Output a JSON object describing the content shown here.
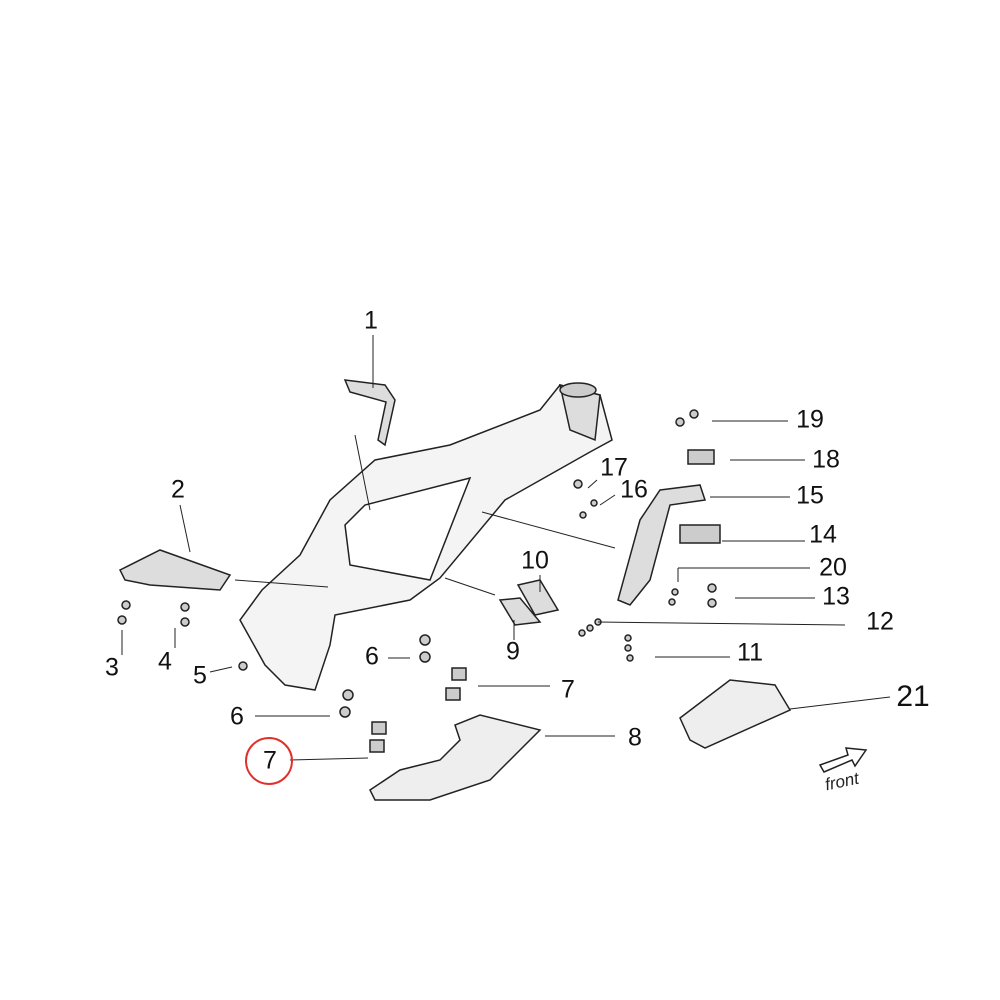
{
  "callouts": [
    "1",
    "2",
    "3",
    "4",
    "5",
    "6",
    "6",
    "7",
    "7",
    "8",
    "9",
    "10",
    "11",
    "12",
    "13",
    "14",
    "15",
    "16",
    "17",
    "18",
    "19",
    "20",
    "21"
  ],
  "highlighted_callout": "7",
  "highlight_color": "#e0302a",
  "direction_label": "front",
  "direction_icon": "arrow-right-icon"
}
